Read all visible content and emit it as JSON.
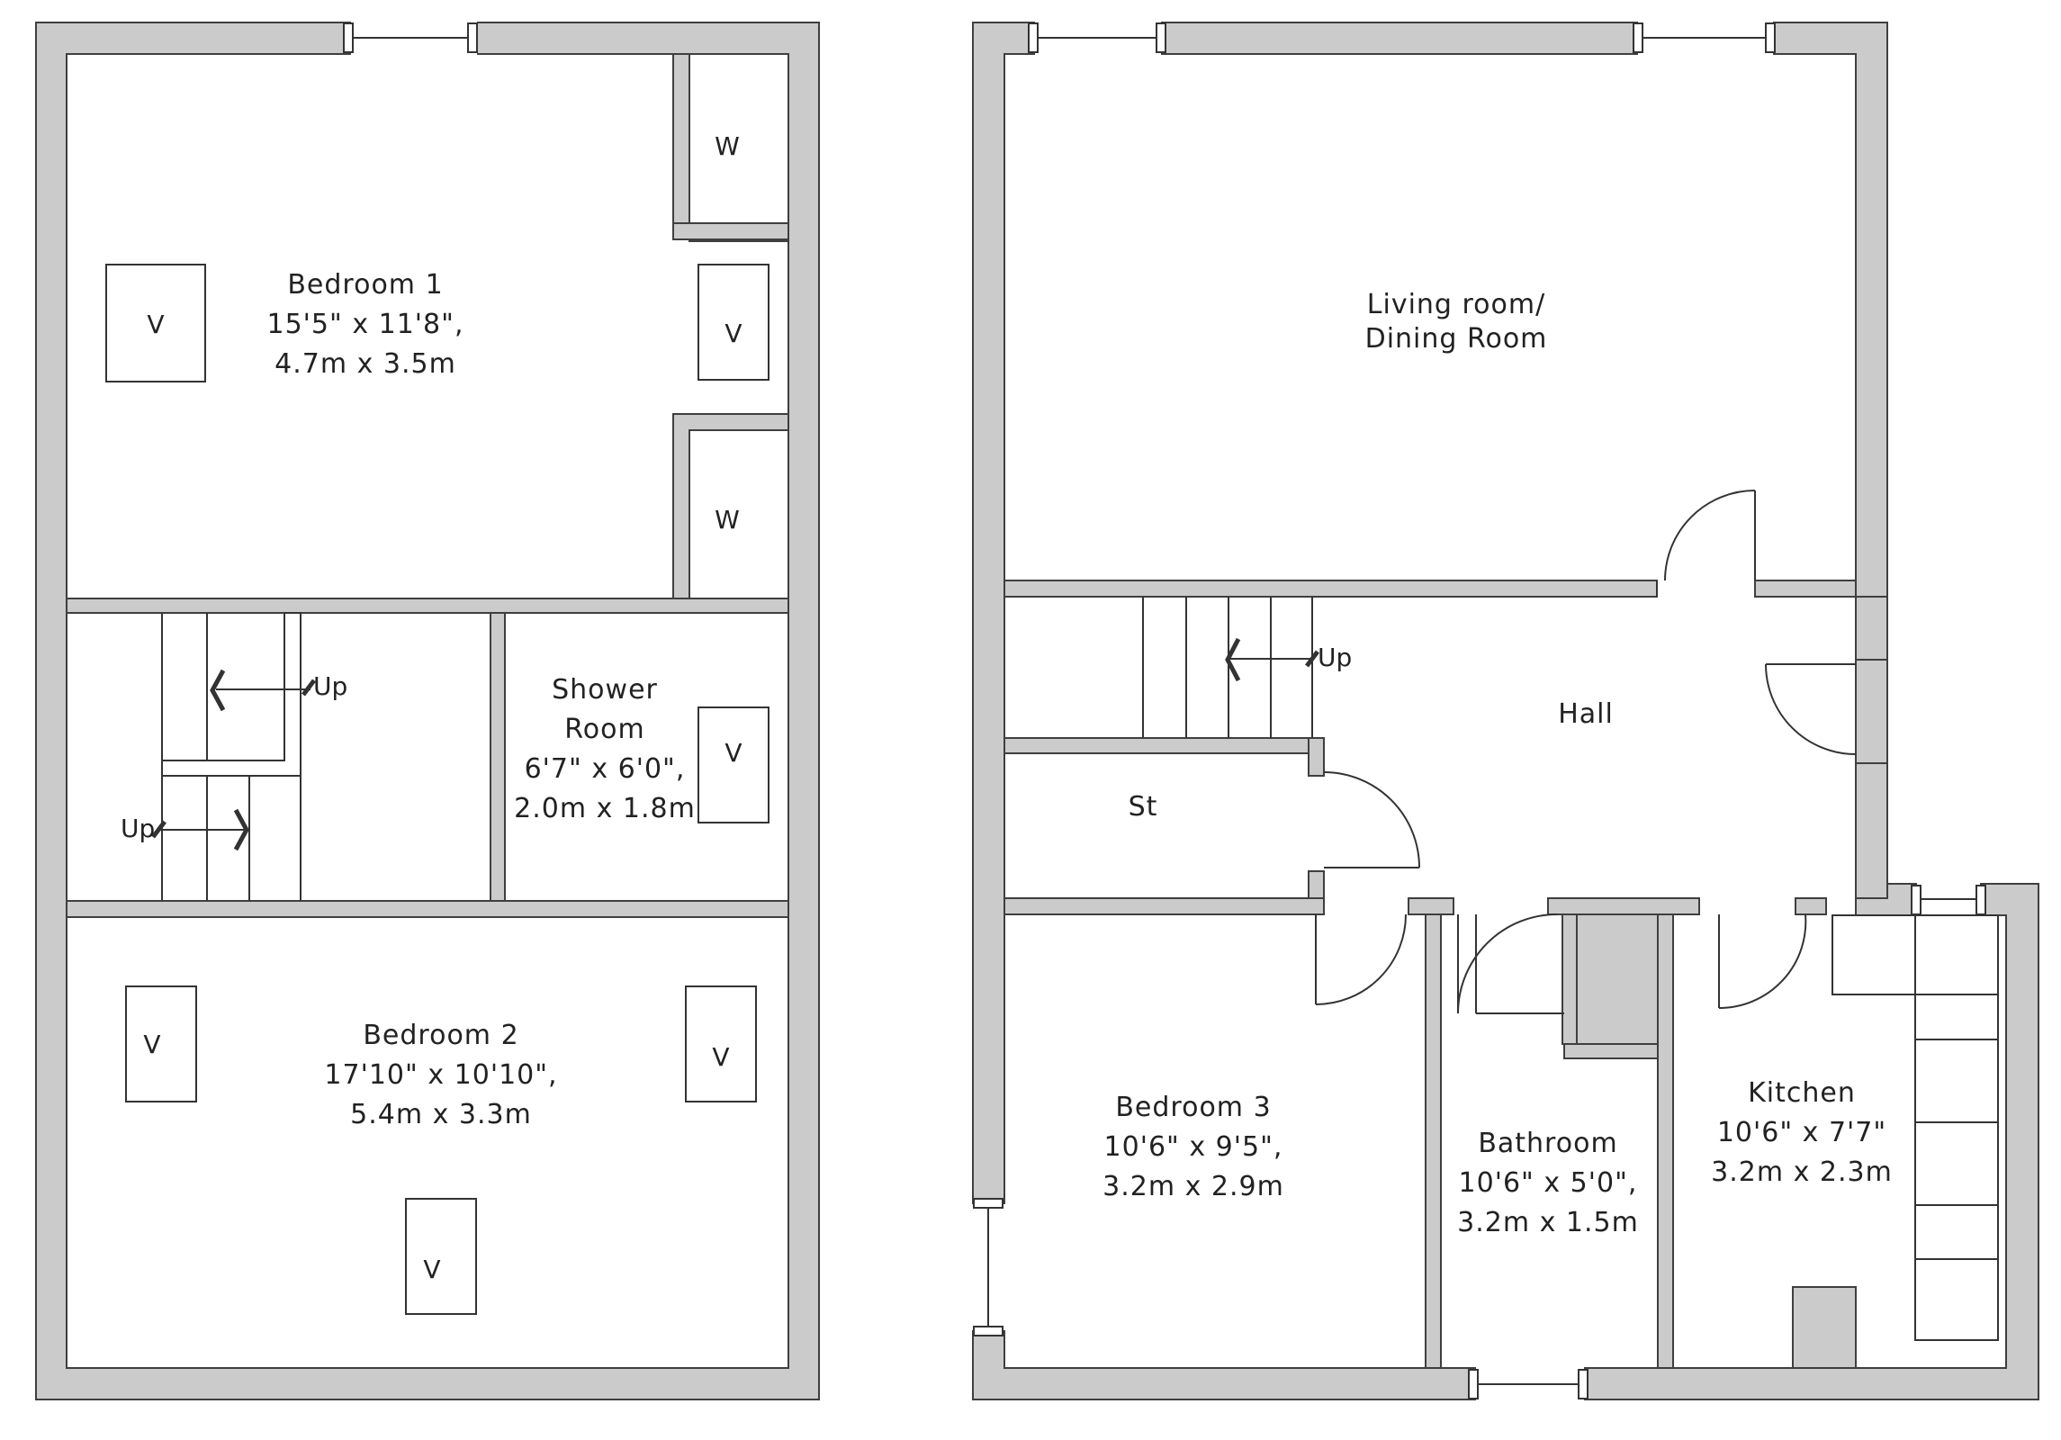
{
  "colors": {
    "wall_fill": "#cbcbcb",
    "wall_edge": "#3f3f3f",
    "line": "#333333",
    "background": "#ffffff"
  },
  "upper_floor": {
    "bedroom1": {
      "name": "Bedroom 1",
      "size_imperial": "15'5\" x 11'8\",",
      "size_metric": "4.7m x 3.5m"
    },
    "shower_room": {
      "name_line1": "Shower",
      "name_line2": "Room",
      "size_imperial": "6'7\" x 6'0\",",
      "size_metric": "2.0m x 1.8m"
    },
    "bedroom2": {
      "name": "Bedroom 2",
      "size_imperial": "17'10\" x 10'10\",",
      "size_metric": "5.4m x 3.3m"
    },
    "wardrobe_label": "W",
    "velux_label": "V",
    "stairs_up_label": "Up"
  },
  "ground_floor": {
    "living_room": {
      "name_line1": "Living room/",
      "name_line2": "Dining Room"
    },
    "hall": {
      "name": "Hall"
    },
    "store": {
      "name": "St"
    },
    "bedroom3": {
      "name": "Bedroom 3",
      "size_imperial": "10'6\" x 9'5\",",
      "size_metric": "3.2m x 2.9m"
    },
    "bathroom": {
      "name": "Bathroom",
      "size_imperial": "10'6\" x 5'0\",",
      "size_metric": "3.2m x 1.5m"
    },
    "kitchen": {
      "name": "Kitchen",
      "size_imperial": "10'6\" x 7'7\"",
      "size_metric": "3.2m x 2.3m"
    },
    "stairs_up_label": "Up"
  }
}
